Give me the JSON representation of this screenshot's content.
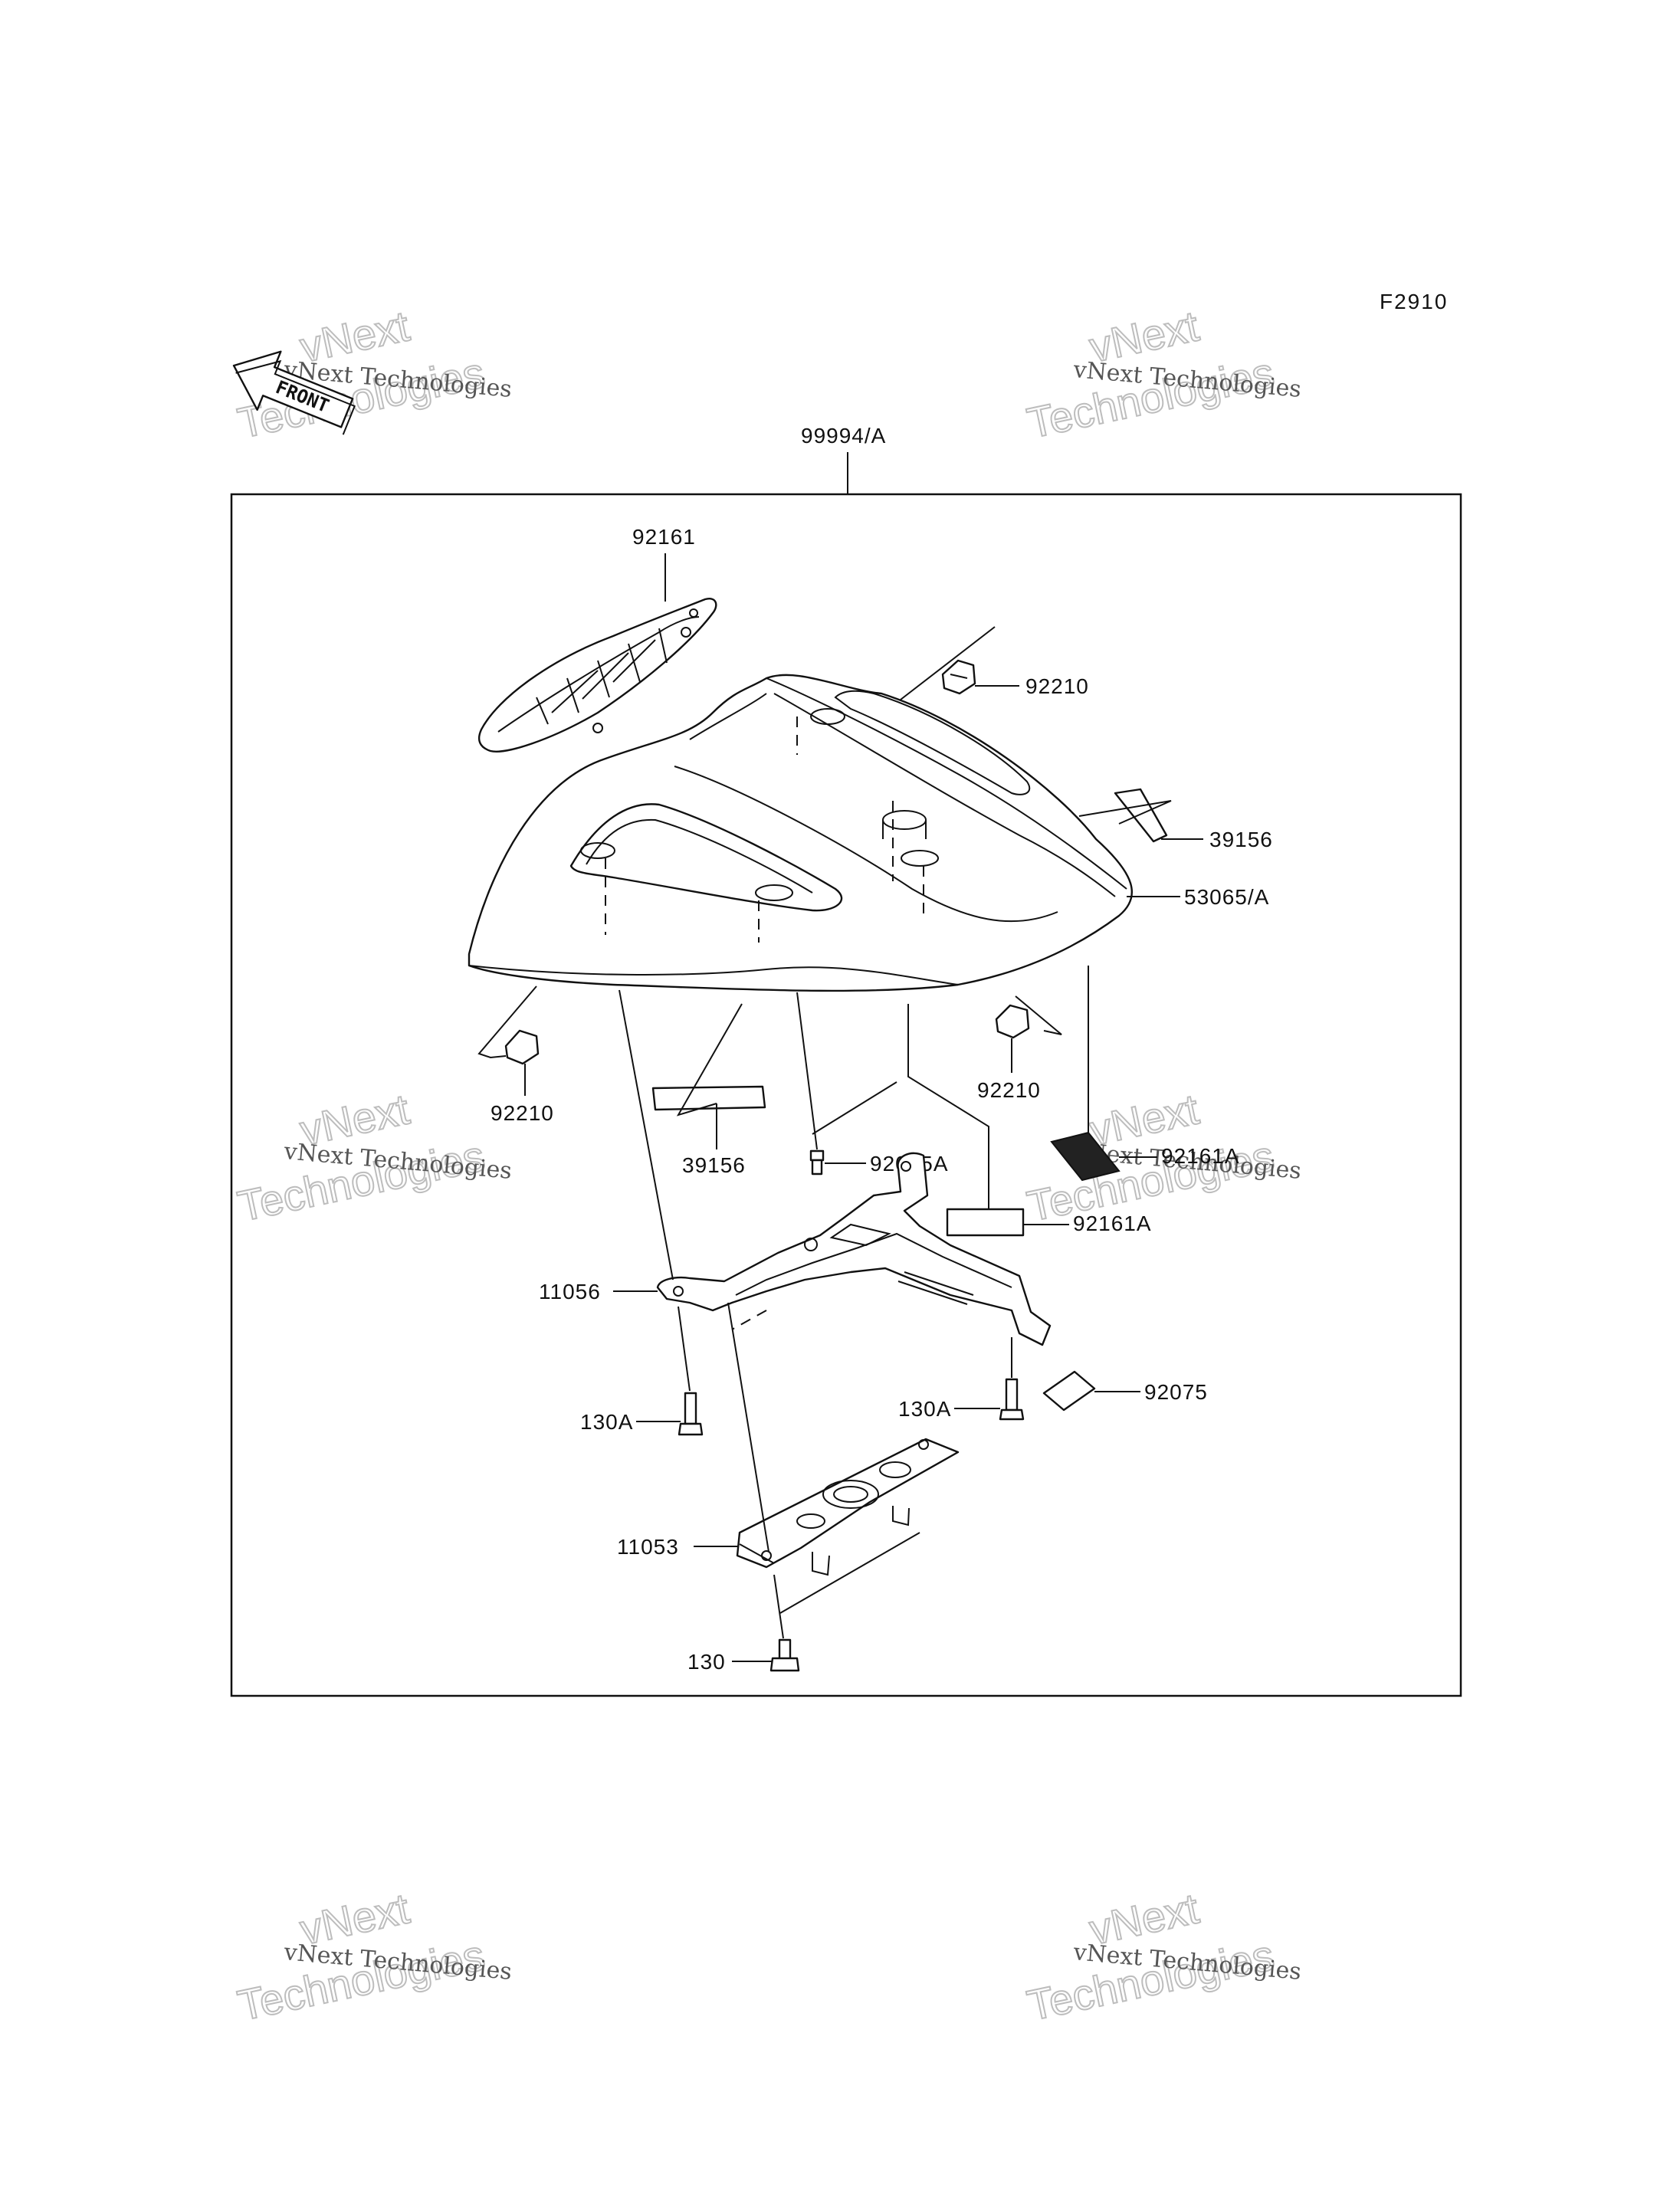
{
  "figure_code": "F2910",
  "front_label": "FRONT",
  "watermark": {
    "line1": "vNext Technologies",
    "big_a": "vNext",
    "big_b": "Technologies"
  },
  "callouts": {
    "assembly": "99994/A",
    "cowl_panel": "92161",
    "clip_top": "92210",
    "stripe_right": "39156",
    "seat_cover": "53065/A",
    "clip_left": "92210",
    "clip_right": "92210",
    "stripe_left": "39156",
    "screw_center": "92075A",
    "pad_upper": "92161A",
    "pad_lower": "92161A",
    "bracket": "11056",
    "bolt_left": "130A",
    "bolt_right": "130A",
    "damper": "92075",
    "plate": "11053",
    "bolt_bottom": "130"
  }
}
